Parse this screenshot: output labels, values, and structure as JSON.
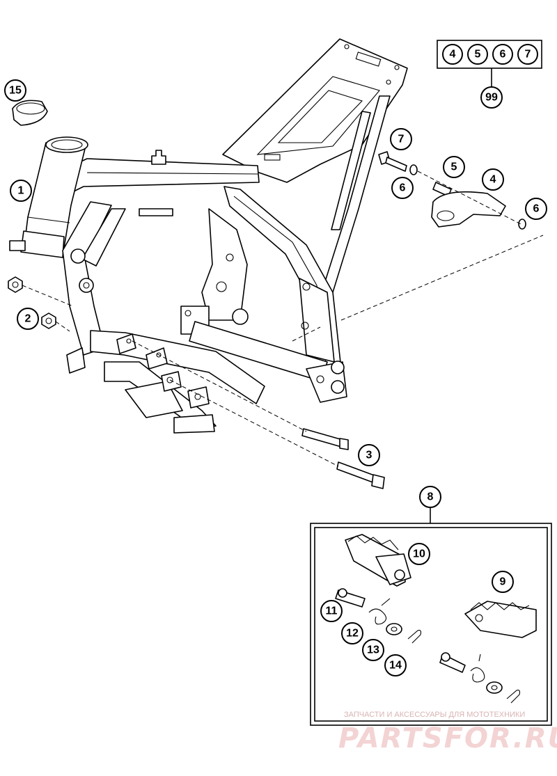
{
  "callouts": {
    "c1": "1",
    "c2": "2",
    "c3": "3",
    "c4": "4",
    "c5": "5",
    "c6a": "6",
    "c6b": "6",
    "c7": "7",
    "c8": "8",
    "c9": "9",
    "c10": "10",
    "c11": "11",
    "c12": "12",
    "c13": "13",
    "c14": "14",
    "c15": "15",
    "c99": "99"
  },
  "kit_group": [
    "4",
    "5",
    "6",
    "7"
  ],
  "watermark": {
    "tagline": "ЗАПЧАСТИ И АКСЕССУАРЫ ДЛЯ МОТОТЕХНИКИ",
    "brand": "PARTSFOR.RU"
  },
  "colors": {
    "line": "#000000",
    "background": "#ffffff",
    "watermark": "#e8b4b4"
  }
}
